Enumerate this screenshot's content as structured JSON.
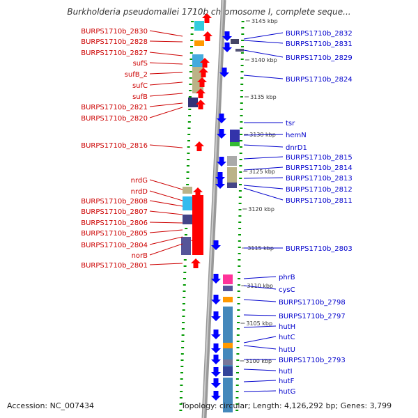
{
  "title": "Burkholderia pseudomallei 1710b chromosome I, complete seque...",
  "footer": {
    "accession": "Accession: NC_007434",
    "topology": "Topology: circular; Length: 4,126,292 bp; Genes: 3,799"
  },
  "colors": {
    "left_label": "#cc0000",
    "right_label": "#0000cc",
    "forward_gene": "#ff0000",
    "reverse_gene": "#0000ff",
    "backbone": "#999999",
    "tick": "#009900"
  },
  "scale": {
    "ticks": [
      "3145 kbp",
      "3140 kbp",
      "3135 kbp",
      "3130 kbp",
      "3125 kbp",
      "3120 kbp",
      "3115 kbp",
      "3110 kbp",
      "3105 kbp",
      "3100 kbp"
    ]
  },
  "left_labels": [
    "BURPS1710b_2830",
    "BURPS1710b_2828",
    "BURPS1710b_2827",
    "sufS",
    "sufB_2",
    "sufC",
    "sufB",
    "BURPS1710b_2821",
    "BURPS1710b_2820",
    "BURPS1710b_2816",
    "nrdG",
    "nrdD",
    "BURPS1710b_2808",
    "BURPS1710b_2807",
    "BURPS1710b_2806",
    "BURPS1710b_2805",
    "BURPS1710b_2804",
    "norB",
    "BURPS1710b_2801"
  ],
  "right_labels": [
    "BURPS1710b_2832",
    "BURPS1710b_2831",
    "BURPS1710b_2829",
    "BURPS1710b_2824",
    "tsr",
    "hemN",
    "dnrD1",
    "BURPS1710b_2815",
    "BURPS1710b_2814",
    "BURPS1710b_2813",
    "BURPS1710b_2812",
    "BURPS1710b_2811",
    "BURPS1710b_2803",
    "phrB",
    "cysC",
    "BURPS1710b_2798",
    "BURPS1710b_2797",
    "hutH",
    "hutC",
    "hutU",
    "BURPS1710b_2793",
    "hutI",
    "hutF",
    "hutG"
  ]
}
